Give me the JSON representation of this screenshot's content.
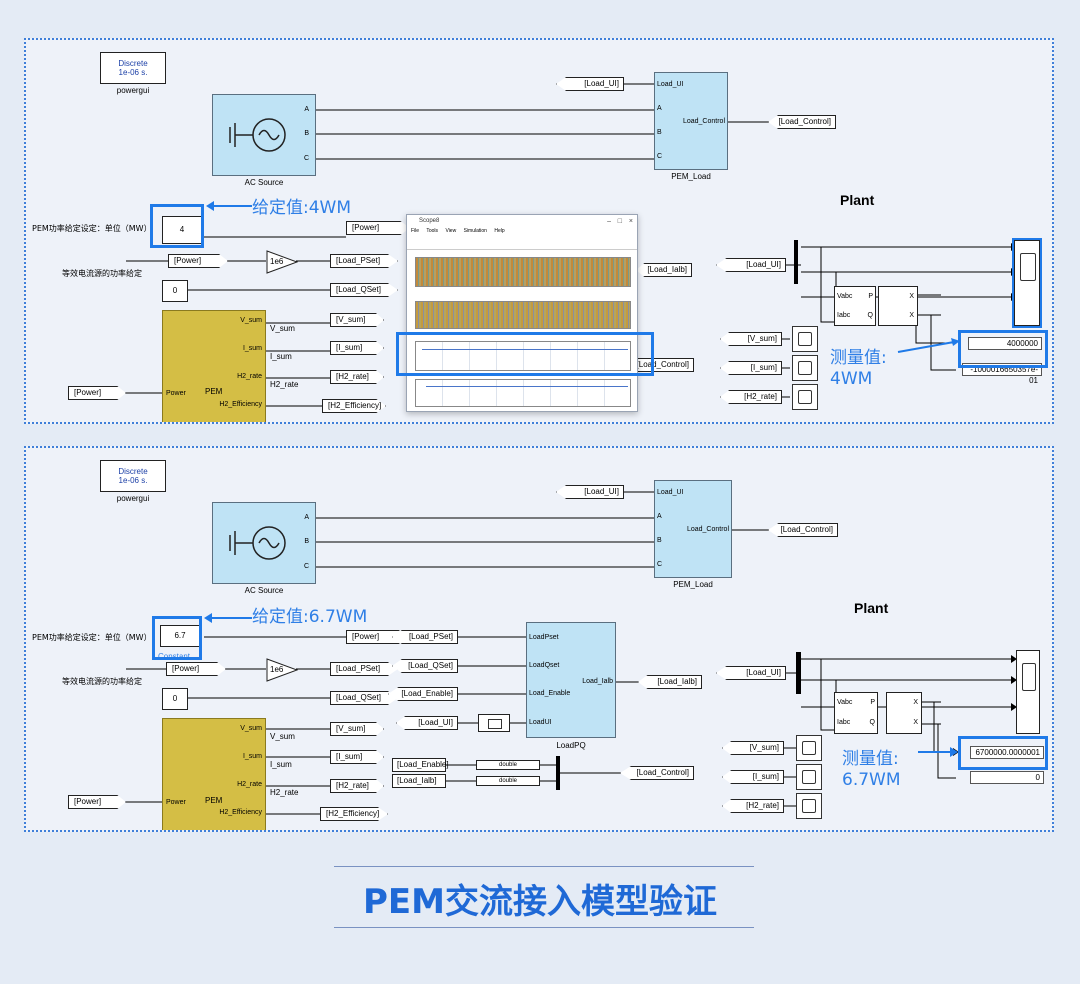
{
  "powergui": {
    "line1": "Discrete",
    "line2": "1e-06 s.",
    "name": "powergui"
  },
  "ac_source": {
    "name": "AC Source",
    "ports": [
      "A",
      "B",
      "C"
    ]
  },
  "pem_load": {
    "name": "PEM_Load",
    "in_ports": [
      "Load_UI",
      "A",
      "B",
      "C"
    ],
    "out_port": "Load_Control"
  },
  "plant_label": "Plant",
  "labels": {
    "pem_setting": "PEM功率给定设定：单位（MW）",
    "equiv_current": "等效电流源的功率给定"
  },
  "pem_block": {
    "name": "PEM",
    "in_port": "Power",
    "out_ports": [
      "V_sum",
      "I_sum",
      "H2_rate",
      "H2_Efficiency"
    ],
    "signal_names": [
      "V_sum",
      "I_sum",
      "H2_rate"
    ]
  },
  "gain_value": "1e6",
  "tags": {
    "load_ui": "[Load_UI]",
    "load_control": "[Load_Control]",
    "power": "[Power]",
    "load_pset": "[Load_PSet]",
    "load_qset": "[Load_QSet]",
    "v_sum": "[V_sum]",
    "i_sum": "[I_sum]",
    "h2_rate": "[H2_rate]",
    "h2_efficiency": "[H2_Efficiency]",
    "load_ialb": "[Load_Ialb]",
    "load_enable": "[Load_Enable]"
  },
  "pq_ports": {
    "vabc": "Vabc",
    "iabc": "Iabc",
    "p": "P",
    "q": "Q",
    "x": "X"
  },
  "top": {
    "constant_value": "4",
    "qset_value": "0",
    "annotation_set": "给定值:4WM",
    "annotation_meas_1": "测量值:",
    "annotation_meas_2": "4WM",
    "display_p": "4000000",
    "display_q": "-1000016650357e-01",
    "scope_window": {
      "title": "Scope8",
      "menu": [
        "File",
        "Tools",
        "View",
        "Simulation",
        "Help"
      ]
    }
  },
  "bottom": {
    "constant_value": "6.7",
    "constant_name": "Constant",
    "qset_value": "0",
    "annotation_set": "给定值:6.7WM",
    "annotation_meas_1": "测量值:",
    "annotation_meas_2": "6.7WM",
    "display_p": "6700000.0000001",
    "display_q": "0",
    "loadpq": {
      "name": "LoadPQ",
      "in_ports": [
        "LoadPset",
        "LoadQset",
        "Load_Enable",
        "LoadUI"
      ],
      "out_port": "Load_Ialb"
    },
    "convert_label": "double"
  },
  "footer_title": "PEM交流接入模型验证",
  "colors": {
    "accent": "#1f7ae8",
    "block_blue": "#bfe3f5",
    "block_gold": "#d4be45",
    "panel_border": "#3f7fd9"
  }
}
